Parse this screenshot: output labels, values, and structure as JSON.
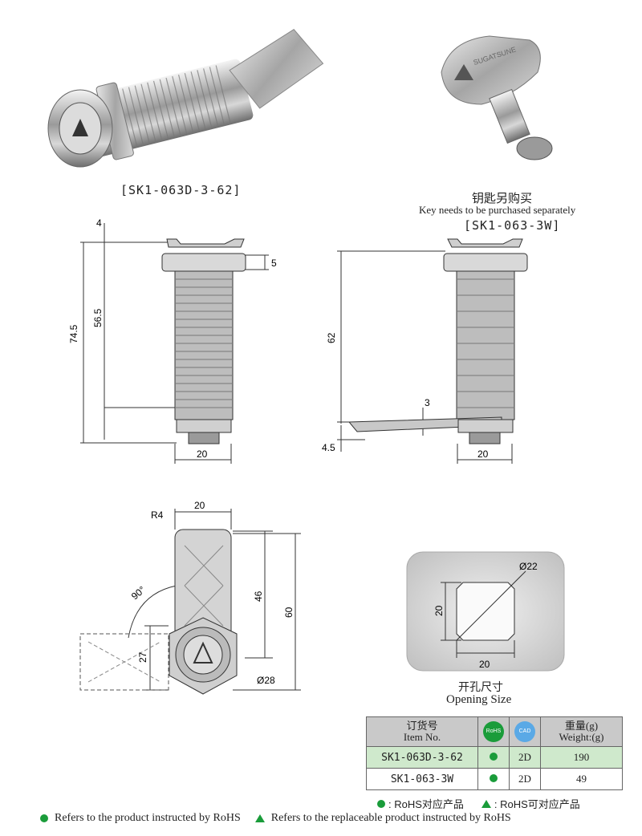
{
  "products": {
    "lock_caption": "[SK1-063D-3-62]",
    "key_caption_cn": "钥匙另购买",
    "key_caption_en": "Key needs to be purchased separately",
    "key_code": "[SK1-063-3W]",
    "key_engraving": "SUGATSUNE"
  },
  "drawing_left": {
    "dim_top": "4",
    "dim_hex": "5",
    "dim_total": "74.5",
    "dim_thread": "56.5",
    "dim_width": "20"
  },
  "drawing_right": {
    "dim_total": "62",
    "dim_cam": "3",
    "dim_bottom": "4.5",
    "dim_width": "20"
  },
  "drawing_bottom": {
    "radius": "R4",
    "dim_width": "20",
    "angle": "90°",
    "dim_46": "46",
    "dim_60": "60",
    "dim_27": "27",
    "dia_28": "Ø28"
  },
  "opening": {
    "dia": "Ø22",
    "dim_h": "20",
    "dim_w": "20",
    "title_cn": "开孔尺寸",
    "title_en": "Opening Size"
  },
  "table": {
    "h_item_cn": "订货号",
    "h_item_en": "Item No.",
    "h_rohs": "RoHS",
    "h_cad": "CAD",
    "h_weight_cn": "重量(g)",
    "h_weight_en": "Weight:(g)",
    "rows": [
      {
        "item": "SK1-063D-3-62",
        "cad": "2D",
        "weight": "190"
      },
      {
        "item": "SK1-063-3W",
        "cad": "2D",
        "weight": "49"
      }
    ]
  },
  "legend": {
    "rohs_cn": ": RoHS对应产品",
    "replace_cn": ": RoHS可对应产品",
    "rohs_en": "Refers to the product instructed by RoHS",
    "replace_en": "Refers to the replaceable product instructed by RoHS"
  },
  "colors": {
    "green": "#1a9c3a",
    "row_highlight": "#cfe9cc",
    "header_gray": "#c9c9c9"
  }
}
